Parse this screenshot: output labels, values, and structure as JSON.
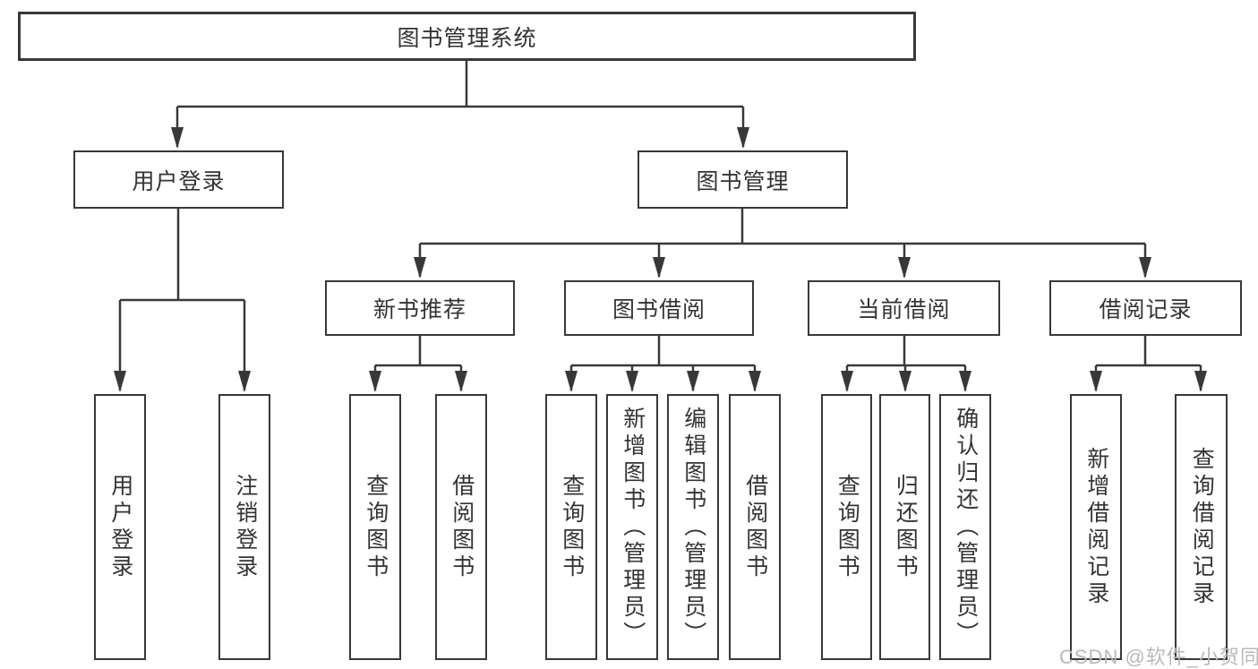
{
  "tree": {
    "root": {
      "label": "图书管理系统",
      "children": [
        {
          "label": "用户登录",
          "children": [
            {
              "label": "用户登录"
            },
            {
              "label": "注销登录"
            }
          ]
        },
        {
          "label": "图书管理",
          "children": [
            {
              "label": "新书推荐",
              "children": [
                {
                  "label": "查询图书"
                },
                {
                  "label": "借阅图书"
                }
              ]
            },
            {
              "label": "图书借阅",
              "children": [
                {
                  "label": "查询图书"
                },
                {
                  "label": "新增图书（管理员）"
                },
                {
                  "label": "编辑图书（管理员）"
                },
                {
                  "label": "借阅图书"
                }
              ]
            },
            {
              "label": "当前借阅",
              "children": [
                {
                  "label": "查询图书"
                },
                {
                  "label": "归还图书"
                },
                {
                  "label": "确认归还（管理员）"
                }
              ]
            },
            {
              "label": "借阅记录",
              "children": [
                {
                  "label": "新增借阅记录"
                },
                {
                  "label": "查询借阅记录"
                }
              ]
            }
          ]
        }
      ]
    }
  },
  "watermark": {
    "text": "CSDN @软件_小贺同学"
  },
  "colors": {
    "line": "#383838",
    "box_border": "#383838",
    "text": "#333333",
    "watermark": "#b9b9b9",
    "background": "#ffffff"
  }
}
